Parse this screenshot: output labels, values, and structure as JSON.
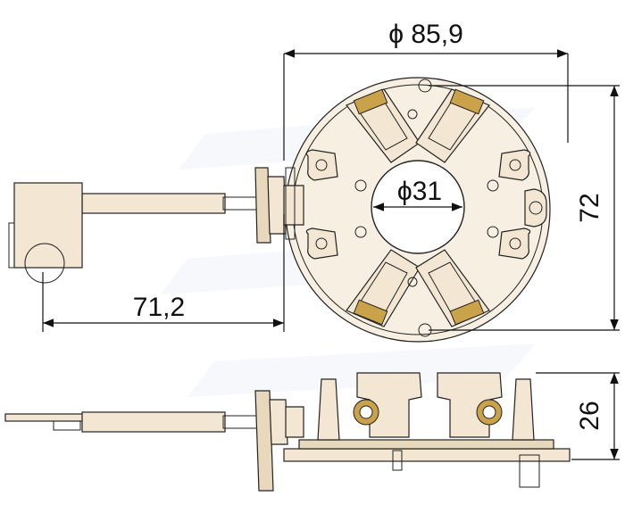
{
  "dimensions": {
    "outer_diameter": "ϕ 85,9",
    "inner_diameter": "ϕ31",
    "height": "72",
    "lead_length": "71,2",
    "thickness": "26"
  },
  "colors": {
    "line": "#222222",
    "part_fill": "#f3e7d3",
    "watermark": "#e9eef6"
  }
}
